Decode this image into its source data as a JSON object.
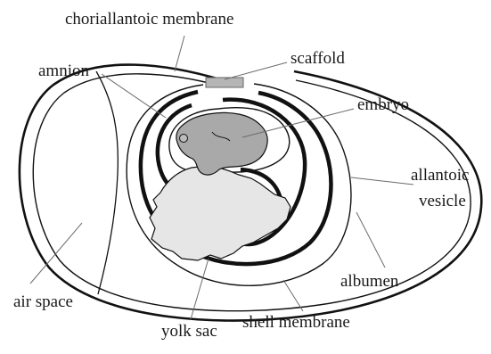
{
  "labels": {
    "chorioallantoic": "choriallantoic membrane",
    "scaffold": "scaffold",
    "amnion": "amnion",
    "embryo": "embryo",
    "allantoic_line1": "allantoic",
    "allantoic_line2": "vesicle",
    "albumen": "albumen",
    "air_space": "air space",
    "shell_membrane": "shell membrane",
    "yolk_sac": "yolk sac"
  },
  "colors": {
    "line": "#111111",
    "embryo_fill": "#a9a9a9",
    "yolk_fill": "#e6e6e6",
    "scaffold_fill": "#b5b5b5",
    "leader": "#6b6b6b"
  }
}
